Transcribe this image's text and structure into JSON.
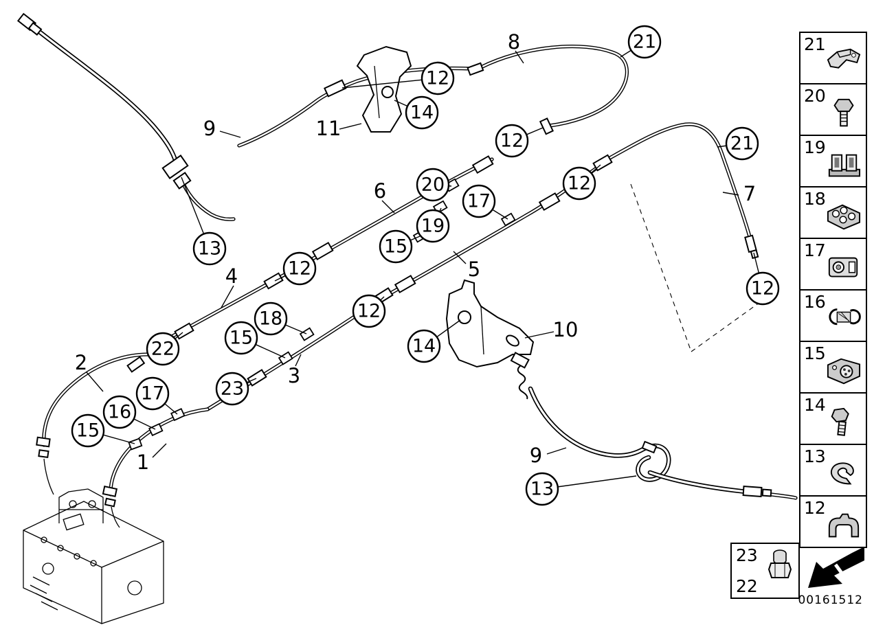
{
  "colors": {
    "ink": "#000000",
    "paper": "#ffffff"
  },
  "diagram": {
    "callouts": [
      {
        "num": "21"
      },
      {
        "num": "12"
      },
      {
        "num": "14"
      },
      {
        "num": "12"
      },
      {
        "num": "21"
      },
      {
        "num": "12"
      },
      {
        "num": "20"
      },
      {
        "num": "17"
      },
      {
        "num": "19"
      },
      {
        "num": "15"
      },
      {
        "num": "13"
      },
      {
        "num": "12"
      },
      {
        "num": "12"
      },
      {
        "num": "18"
      },
      {
        "num": "12"
      },
      {
        "num": "15"
      },
      {
        "num": "22"
      },
      {
        "num": "14"
      },
      {
        "num": "23"
      },
      {
        "num": "17"
      },
      {
        "num": "16"
      },
      {
        "num": "15"
      },
      {
        "num": "13"
      }
    ],
    "labels": [
      {
        "text": "8"
      },
      {
        "text": "9"
      },
      {
        "text": "11"
      },
      {
        "text": "6"
      },
      {
        "text": "7"
      },
      {
        "text": "4"
      },
      {
        "text": "5"
      },
      {
        "text": "2"
      },
      {
        "text": "3"
      },
      {
        "text": "10"
      },
      {
        "text": "1"
      },
      {
        "text": "9"
      }
    ]
  },
  "sidebar": {
    "items": [
      {
        "label": "21",
        "icon": "hose-clip-icon"
      },
      {
        "label": "20",
        "icon": "hex-bolt-icon"
      },
      {
        "label": "19",
        "icon": "pipe-clamp-icon"
      },
      {
        "label": "18",
        "icon": "multi-pipe-clamp-icon"
      },
      {
        "label": "17",
        "icon": "pipe-holder-icon"
      },
      {
        "label": "16",
        "icon": "pipe-clip-icon"
      },
      {
        "label": "15",
        "icon": "grommet-holder-icon"
      },
      {
        "label": "14",
        "icon": "hex-screw-icon"
      },
      {
        "label": "13",
        "icon": "spring-clip-icon"
      },
      {
        "label": "12",
        "icon": "bracket-clip-icon"
      }
    ]
  },
  "legend_box": {
    "rows": [
      {
        "label": "23"
      },
      {
        "label": "22"
      }
    ],
    "icon": "union-fitting-icon"
  },
  "footer": {
    "part_number": "00161512",
    "nav_arrow_icon": "prev-page-arrow-icon"
  }
}
